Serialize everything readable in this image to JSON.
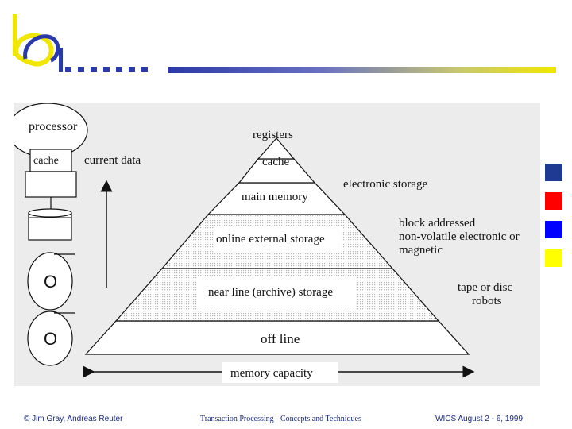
{
  "colors": {
    "accent_blue": "#1f3a93",
    "accent_red": "#ff0000",
    "accent_bright_blue": "#0000ff",
    "accent_yellow": "#ffff00",
    "logo_yellow": "#f0e600"
  },
  "diagram": {
    "left_stack": {
      "processor": "processor",
      "cache": "cache",
      "disk_symbol_1": "O",
      "disk_symbol_2": "O"
    },
    "current_data_label": "current data",
    "pyramid_levels": [
      "registers",
      "cache",
      "main memory",
      "online external storage",
      "near line (archive) storage",
      "off line"
    ],
    "side_labels": {
      "electronic": "electronic storage",
      "block_line1": "block addressed",
      "block_line2": "non-volatile electronic or",
      "block_line3": "magnetic",
      "tape_line1": "tape or disc",
      "tape_line2": "robots"
    },
    "capacity_label": "memory capacity"
  },
  "footer": {
    "copyright": "© Jim Gray, Andreas Reuter",
    "course": "Transaction Processing - Concepts and Techniques",
    "event": "WICS August 2 - 6, 1999"
  }
}
